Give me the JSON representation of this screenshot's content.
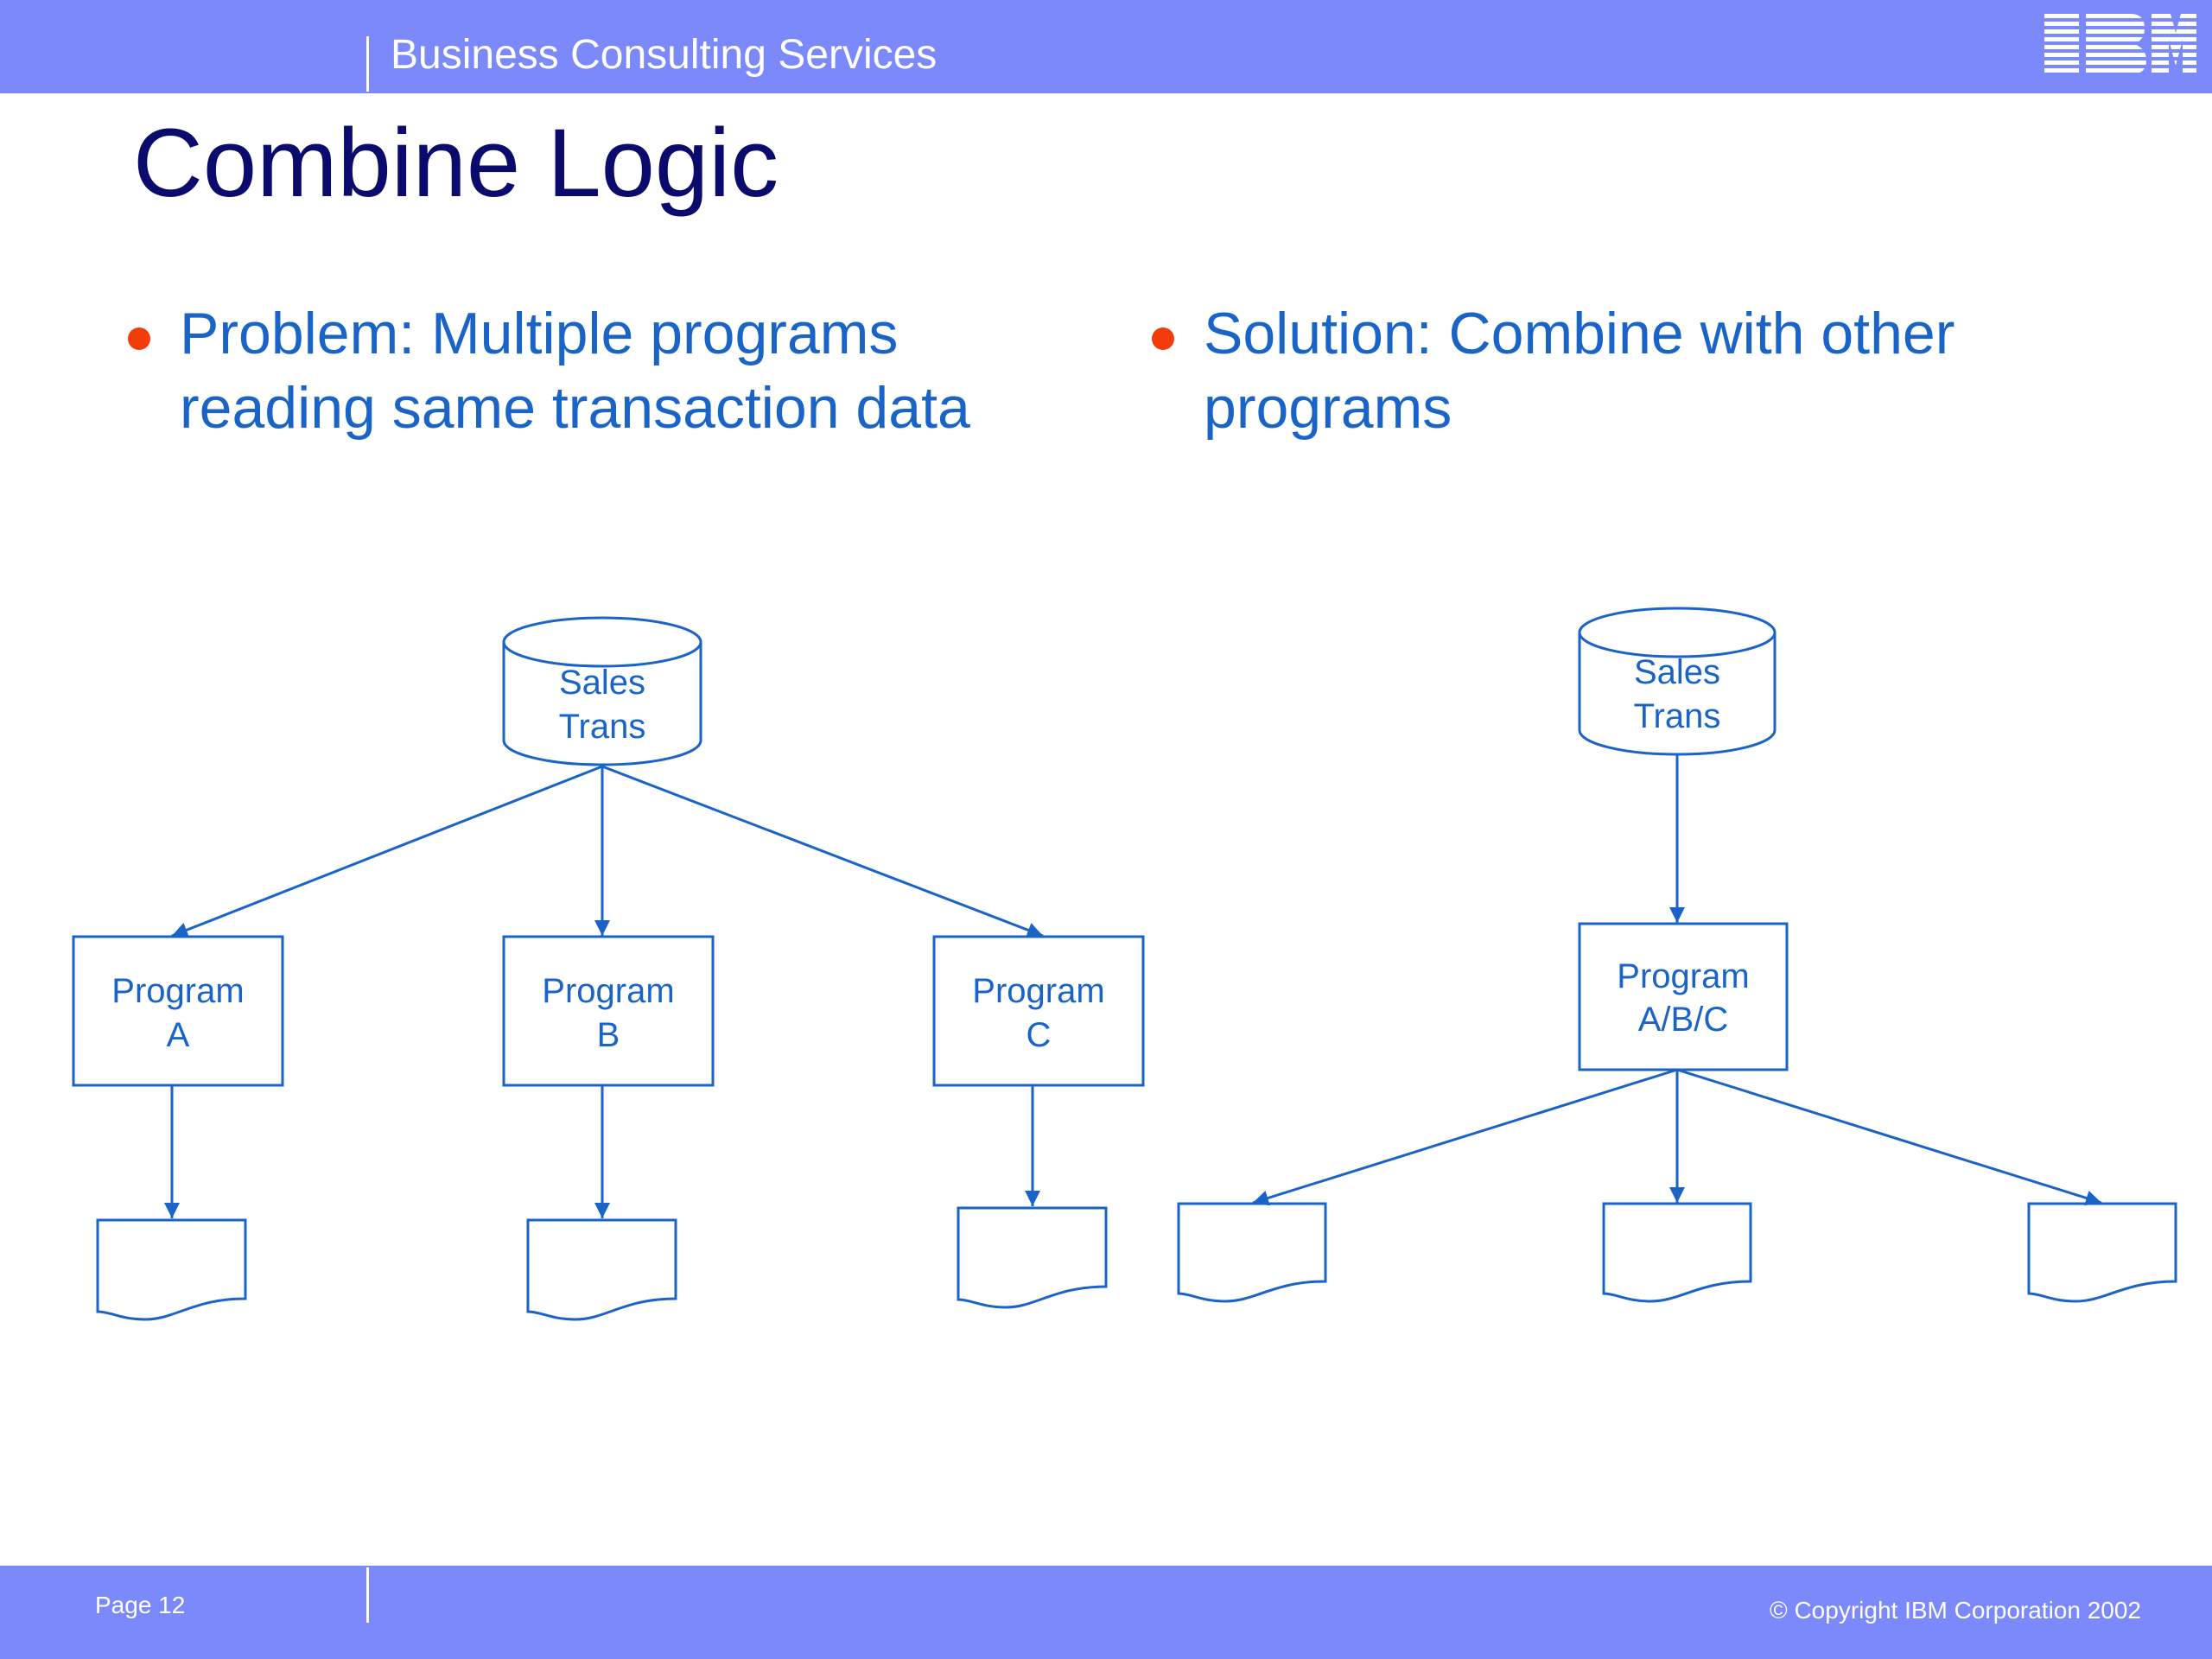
{
  "header": {
    "department": "Business Consulting Services",
    "logo_text": "IBM",
    "logo_icon": "ibm-logo"
  },
  "slide": {
    "title": "Combine Logic",
    "bullets": [
      {
        "text": "Problem:  Multiple programs reading same transaction data"
      },
      {
        "text": "Solution:  Combine with other programs"
      }
    ]
  },
  "diagram": {
    "problem": {
      "source": {
        "line1": "Sales",
        "line2": "Trans"
      },
      "programs": [
        {
          "line1": "Program",
          "line2": "A"
        },
        {
          "line1": "Program",
          "line2": "B"
        },
        {
          "line1": "Program",
          "line2": "C"
        }
      ]
    },
    "solution": {
      "source": {
        "line1": "Sales",
        "line2": "Trans"
      },
      "program": {
        "line1": "Program",
        "line2": "A/B/C"
      }
    }
  },
  "footer": {
    "page": "Page 12",
    "copyright": "© Copyright IBM Corporation 2002"
  },
  "colors": {
    "bar": "#7b89fb",
    "title": "#0b0b6e",
    "text": "#1a64c8",
    "bullet": "#f23c0c",
    "stroke": "#1a64c8"
  }
}
